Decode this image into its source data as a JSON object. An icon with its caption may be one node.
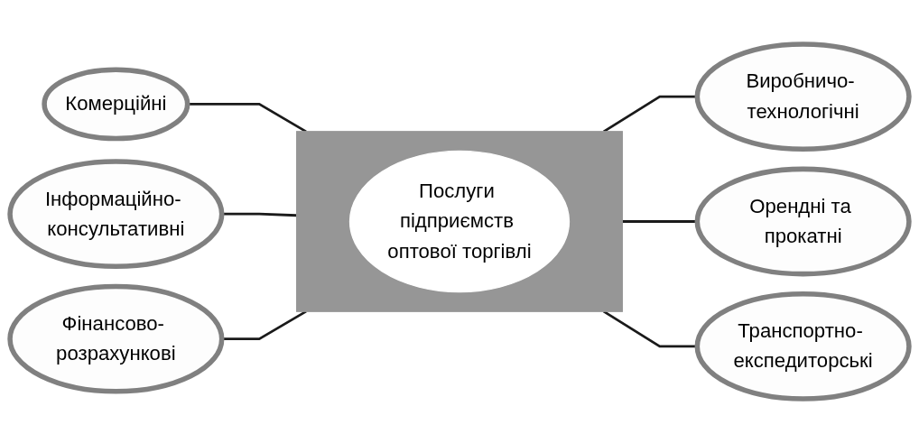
{
  "diagram": {
    "nodes": [
      {
        "text": [
          "Комерційні"
        ]
      },
      {
        "text": [
          "Виробничо- технологічні"
        ]
      },
      {
        "text": [],
        "shape": "box"
      },
      {
        "text": [
          "Послуги підприємств оптової торгівлі"
        ],
        "in": 2
      },
      {
        "text": [
          "Інформаційно- консультативні"
        ]
      },
      {
        "text": [
          "Орендні та прокатні"
        ]
      },
      {
        "text": [
          "Фінансово- розрахункові"
        ]
      },
      {
        "text": [
          "Транспортно- експедиторські"
        ]
      }
    ],
    "edges": [
      {
        "from": 0,
        "to": 2,
        "arrow": "none"
      },
      {
        "from": 2,
        "to": 1,
        "arrow": "none"
      },
      {
        "from": 4,
        "to": 2,
        "arrow": "none"
      },
      {
        "from": 2,
        "to": 5,
        "arrow": "none"
      },
      {
        "from": 6,
        "to": 2,
        "arrow": "none"
      },
      {
        "from": 2,
        "to": 7,
        "arrow": "none"
      }
    ]
  }
}
